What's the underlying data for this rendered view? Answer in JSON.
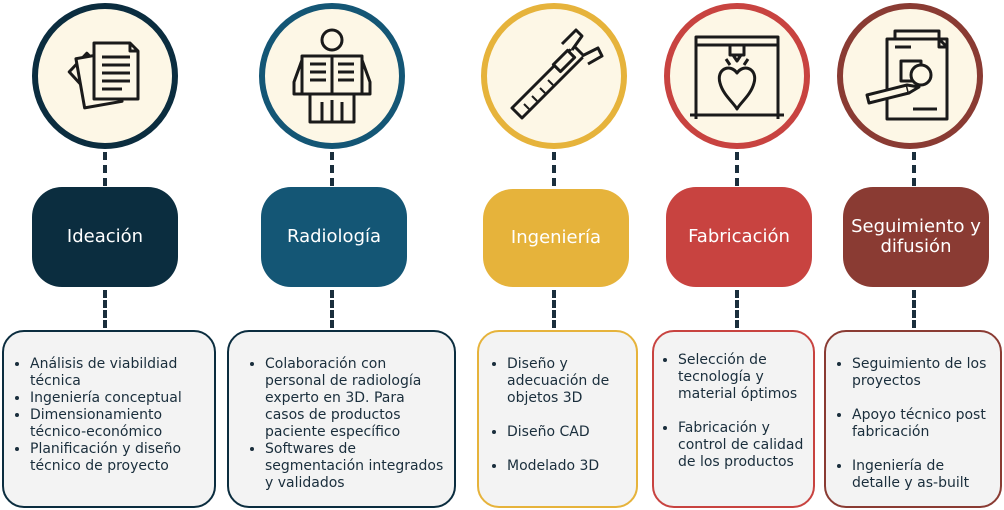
{
  "colors": {
    "dark_navy": "#0b2d3f",
    "blue": "#145675",
    "yellow": "#e6b33b",
    "red": "#c84340",
    "brown": "#8a3b33",
    "circle_fill": "#fdf7e6",
    "card_fill": "#f3f3f3",
    "connector": "#1a2e3c"
  },
  "stages": [
    {
      "icon": "documents-icon",
      "title": "Ideación",
      "items": [
        "Análisis de viabildiad técnica",
        "Ingeniería conceptual",
        "Dimensionamiento técnico-económico",
        "Planificación y diseño técnico de proyecto"
      ]
    },
    {
      "icon": "xray-skeleton-icon",
      "title": "Radiología",
      "items": [
        "Colaboración con personal de radiología experto en 3D. Para casos de productos paciente específico",
        "Softwares de segmentación integrados y validados"
      ]
    },
    {
      "icon": "caliper-icon",
      "title": "Ingeniería",
      "items": [
        "Diseño y adecuación de objetos 3D",
        "Diseño CAD",
        "Modelado 3D"
      ]
    },
    {
      "icon": "3d-printer-heart-icon",
      "title": "Fabricación",
      "items": [
        "Selección de tecnología y material óptimos",
        "Fabricación y control de calidad de los productos"
      ]
    },
    {
      "icon": "drawing-document-icon",
      "title": "Seguimiento y difusión",
      "items": [
        "Seguimiento de los proyectos",
        "Apoyo técnico post fabricación",
        "Ingeniería de detalle y as-built"
      ]
    }
  ]
}
